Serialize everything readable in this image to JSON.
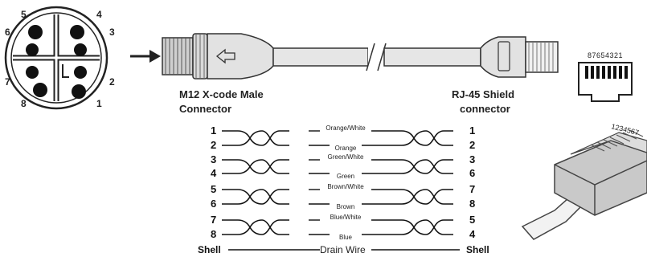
{
  "m12_face": {
    "pins": [
      "1",
      "2",
      "3",
      "4",
      "5",
      "6",
      "7",
      "8"
    ]
  },
  "cable": {
    "left_label_line1": "M12 X-code Male",
    "left_label_line2": "Connector",
    "right_label_line1": "RJ-45 Shield",
    "right_label_line2": "connector"
  },
  "rj45_face": {
    "pin_order": "87654321"
  },
  "rj45_plug": {
    "pin_order": "1234567"
  },
  "wiring": {
    "rows": [
      {
        "left": "1",
        "label": "Orange/White",
        "right": "1"
      },
      {
        "left": "2",
        "label": "Orange",
        "right": "2"
      },
      {
        "left": "3",
        "label": "Green/White",
        "right": "3"
      },
      {
        "left": "4",
        "label": "Green",
        "right": "6"
      },
      {
        "left": "5",
        "label": "Brown/White",
        "right": "7"
      },
      {
        "left": "6",
        "label": "Brown",
        "right": "8"
      },
      {
        "left": "7",
        "label": "Blue/White",
        "right": "5"
      },
      {
        "left": "8",
        "label": "Blue",
        "right": "4"
      }
    ],
    "shell_left": "Shell",
    "drain_label": "Drain Wire",
    "shell_right": "Shell"
  }
}
